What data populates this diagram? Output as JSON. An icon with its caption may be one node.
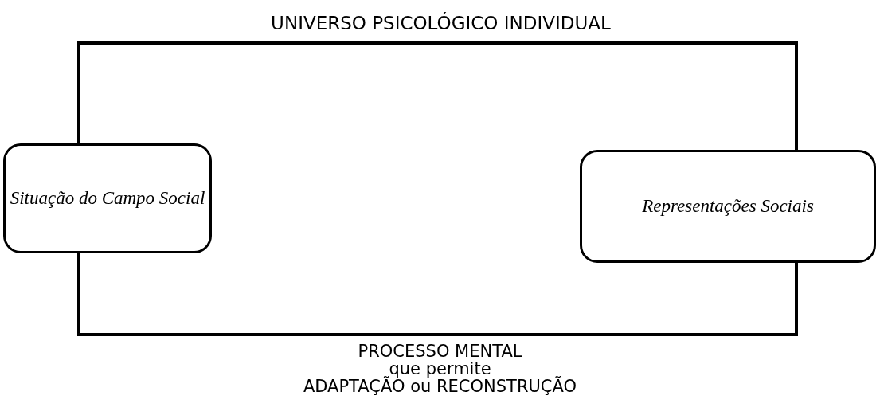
{
  "diagram": {
    "nodes": [
      {
        "text": [
          "UNIVERSO PSICOLÓGICO INDIVIDUAL"
        ]
      },
      {
        "text": [
          "Situação do Campo Social"
        ]
      },
      {
        "text": [
          "Representações Sociais"
        ]
      }
    ],
    "edges": [],
    "labels": [
      "PROCESSO MENTAL",
      "que permite",
      "ADAPTAÇÃO ou RECONSTRUÇÃO"
    ]
  }
}
